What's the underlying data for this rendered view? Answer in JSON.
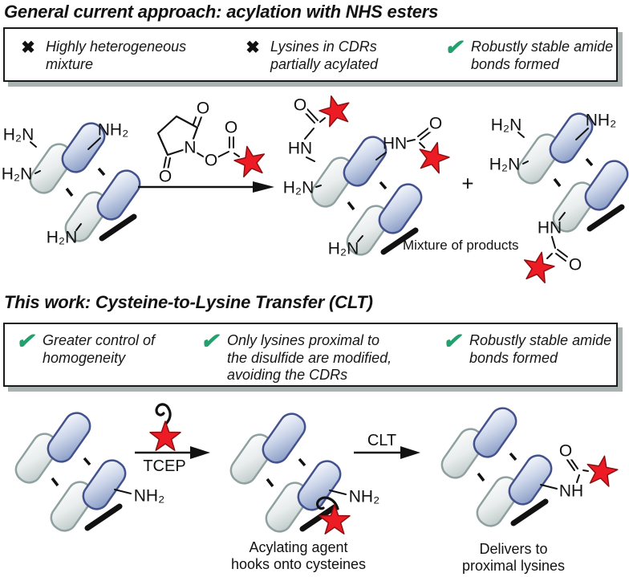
{
  "section1": {
    "title": "General current approach: acylation with NHS esters",
    "box_items": [
      {
        "icon": "cross-icon",
        "glyph": "✖",
        "text": "Highly heterogeneous\nmixture"
      },
      {
        "icon": "cross-icon",
        "glyph": "✖",
        "text": "Lysines in CDRs\npartially acylated"
      },
      {
        "icon": "check-icon",
        "glyph": "✔",
        "text": "Robustly stable amide\nbonds formed"
      }
    ],
    "plus_sign": "+",
    "mixture_caption": "Mixture of products"
  },
  "section2": {
    "title": "This work: Cysteine-to-Lysine Transfer (CLT)",
    "box_items": [
      {
        "icon": "check-icon",
        "glyph": "✔",
        "text": "Greater control of\nhomogeneity"
      },
      {
        "icon": "check-icon",
        "glyph": "✔",
        "text": "Only lysines proximal to\nthe disulfide are modified,\navoiding the CDRs"
      },
      {
        "icon": "check-icon",
        "glyph": "✔",
        "text": "Robustly stable amide\nbonds formed"
      }
    ],
    "arrow_label_tcep": "TCEP",
    "arrow_label_clt": "CLT",
    "caption_middle": "Acylating agent\nhooks onto cysteines",
    "caption_right": "Delivers to proximal lysines"
  },
  "atoms": {
    "h2n": "H₂N",
    "nh2": "NH₂",
    "hn": "HN",
    "nh": "NH",
    "n": "N",
    "o": "O"
  },
  "colors": {
    "star_red": "#ed1c24",
    "check_green": "#22a06d",
    "domain_blue_dark": "#7f93c0",
    "domain_gray_dark": "#b9c4c4",
    "box_shadow": "#abb2b2"
  }
}
